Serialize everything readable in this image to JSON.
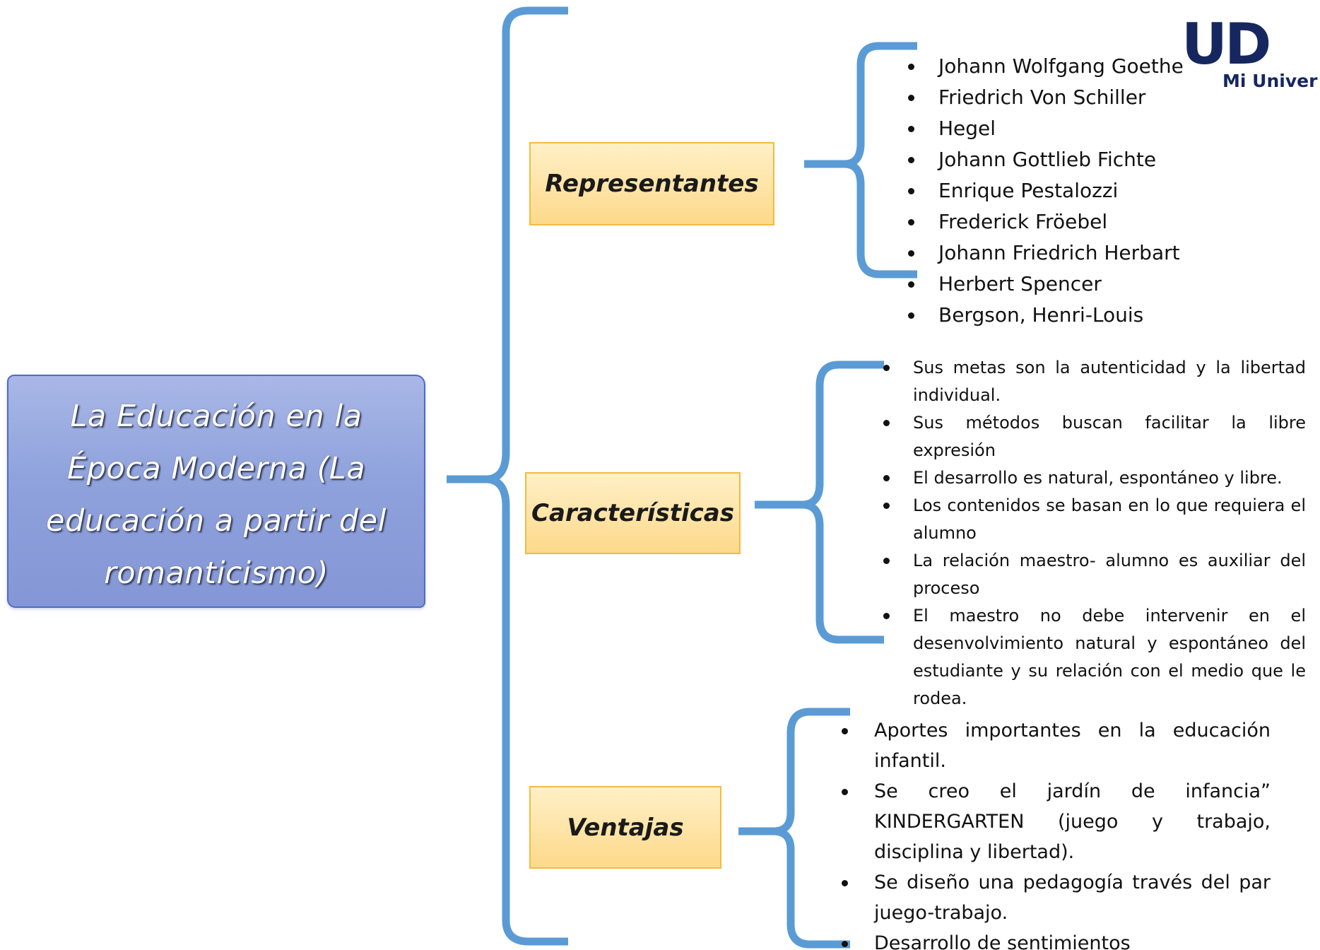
{
  "logo": {
    "mark": "UD",
    "caption": "Mi Univer"
  },
  "main_topic": {
    "title": "La Educación en la Época Moderna (La educación a partir del romanticismo)"
  },
  "branches": [
    {
      "label": "Representantes",
      "items": [
        "Johann Wolfgang Goethe",
        "Friedrich Von Schiller",
        "Hegel",
        "Johann Gottlieb Fichte",
        "Enrique Pestalozzi",
        "Frederick Fröebel",
        "Johann Friedrich Herbart",
        "Herbert Spencer",
        "Bergson, Henri-Louis"
      ]
    },
    {
      "label": "Características",
      "items": [
        "Sus metas son la autenticidad y la libertad individual.",
        "Sus métodos buscan facilitar la libre expresión",
        "El desarrollo es natural, espontáneo y libre.",
        "Los contenidos se basan en lo que requiera el alumno",
        "La relación maestro- alumno es auxiliar del proceso",
        "El maestro no debe intervenir en el desenvolvimiento natural y espontáneo del estudiante y su relación con el medio que le rodea."
      ]
    },
    {
      "label": "Ventajas",
      "items": [
        "Aportes importantes en la educación infantil.",
        "Se creo el jardín de infancia” KINDERGARTEN (juego y trabajo, disciplina y libertad).",
        "Se diseño una pedagogía través del par juego-trabajo.",
        "Desarrollo de sentimientos"
      ]
    }
  ],
  "colors": {
    "bracket": "#5b9bd5",
    "main_fill": "#8fa2dc",
    "main_border": "#4f6bc8",
    "category_fill": "#fdd98a",
    "category_border": "#f2bb42",
    "logo": "#16275f"
  }
}
